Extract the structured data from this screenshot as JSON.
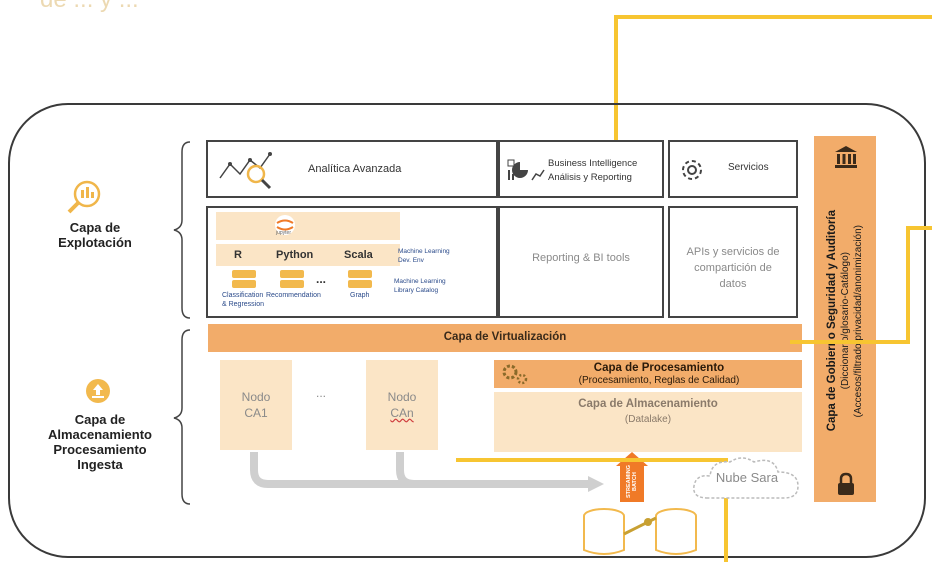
{
  "top_partial_text": "de     ...      y  ...",
  "sides": {
    "explotacion": "Capa de Explotación",
    "almacenamiento": [
      "Capa de",
      "Almacenamiento",
      "Procesamiento",
      "Ingesta"
    ]
  },
  "explotacion": {
    "analitica": "Analítica Avanzada",
    "bi_line1": "Business Intelligence",
    "bi_line2": "Análisis y Reporting",
    "servicios": "Servicios",
    "jupyter": "jupyter",
    "langs": [
      "R",
      "Python",
      "Scala"
    ],
    "ml_dev_tool": [
      "Machine Learning",
      "Dev. Env"
    ],
    "ml_library": [
      "Machine Learning",
      "Library Catalog"
    ],
    "lib_labels": [
      "Classification",
      "Recommendation",
      "Graph"
    ],
    "lib_sub": "& Regression",
    "ellipsis": "...",
    "reporting_tools": "Reporting & BI tools",
    "apis": [
      "APIs y servicios de",
      "compartición de",
      "datos"
    ]
  },
  "virtualizacion": "Capa de Virtualización",
  "procesamiento": {
    "title": "Capa de Procesamiento",
    "subtitle": "(Procesamiento, Reglas de Calidad)"
  },
  "almacenamiento": {
    "title": "Capa de Almacenamiento",
    "subtitle": "(Datalake)"
  },
  "nodos": {
    "first": [
      "Nodo",
      "CA1"
    ],
    "ellipsis": "...",
    "last": [
      "Nodo",
      "CAn"
    ]
  },
  "streaming": "STREAMING BATCH",
  "nube": "Nube Sara",
  "gobierno": {
    "title": "Capa de Gobierno Seguridad y Auditoría",
    "line2": "(Diccionario/glosario-Catálogo)",
    "line3": "(Accesos/filtrado/privacidad/anonimización)"
  }
}
